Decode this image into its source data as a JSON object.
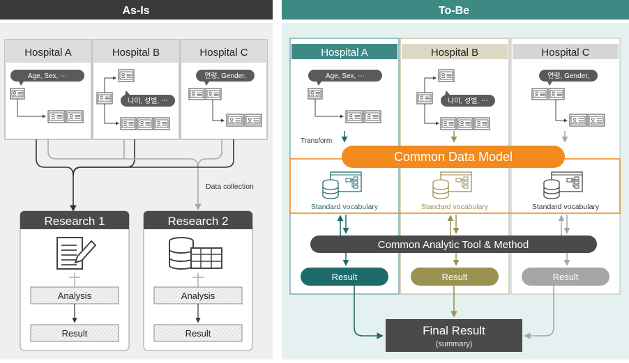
{
  "asis": {
    "header": "As-Is",
    "hospitals": [
      {
        "name": "Hospital A",
        "bubble": "Age, Sex, ⋯"
      },
      {
        "name": "Hospital B",
        "bubble": "나이, 성별, ⋯"
      },
      {
        "name": "Hospital C",
        "bubble": "연령, Gender,"
      }
    ],
    "data_collection": "Data collection",
    "research": [
      {
        "title": "Research 1",
        "analysis": "Analysis",
        "result": "Result"
      },
      {
        "title": "Research 2",
        "analysis": "Analysis",
        "result": "Result"
      }
    ]
  },
  "tobe": {
    "header": "To-Be",
    "hospitals": [
      {
        "name": "Hospital A",
        "bubble": "Age, Sex, ⋯",
        "vocab": "Standard vocabulary",
        "result": "Result"
      },
      {
        "name": "Hospital B",
        "bubble": "나이, 성별, ⋯",
        "vocab": "Standard vocabulary",
        "result": "Result"
      },
      {
        "name": "Hospital C",
        "bubble": "연령, Gender,",
        "vocab": "Standard vocabulary",
        "result": "Result"
      }
    ],
    "transform": "Transform",
    "cdm": "Common Data Model",
    "tool": "Common Analytic Tool & Method",
    "final_title": "Final Result",
    "final_sub": "(summary)"
  },
  "colors": {
    "asis_header": "#3a3a3a",
    "tobe_header": "#3d8a85",
    "tobe_bg": "#e4f1f0",
    "orange": "#f28a1e",
    "teal": "#1e6b6b",
    "olive": "#9a9250",
    "gray": "#a6a6a6",
    "dark": "#4a4a4a"
  }
}
